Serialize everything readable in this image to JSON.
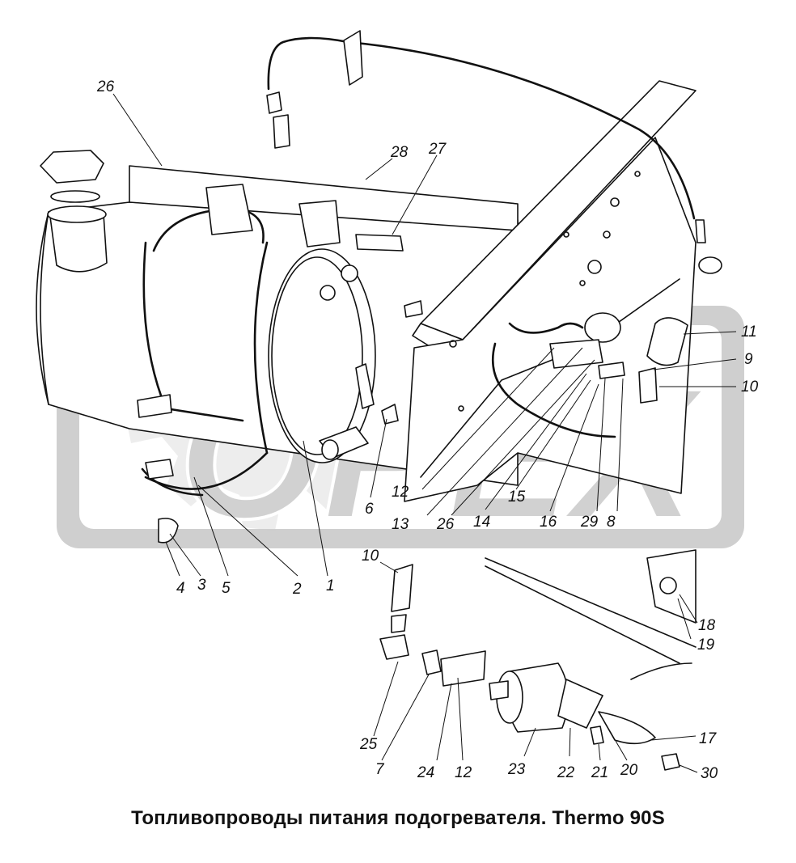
{
  "caption": "Топливопроводы питания подогревателя. Thermo 90S",
  "watermark": {
    "text": "ОРЕХ",
    "color": "#c7c7c7"
  },
  "callouts": [
    "26",
    "28",
    "27",
    "11",
    "9",
    "10",
    "12",
    "13",
    "26",
    "14",
    "15",
    "16",
    "29",
    "8",
    "6",
    "4",
    "3",
    "5",
    "2",
    "1",
    "10",
    "18",
    "19",
    "25",
    "7",
    "24",
    "12",
    "23",
    "22",
    "21",
    "20",
    "17",
    "30"
  ]
}
